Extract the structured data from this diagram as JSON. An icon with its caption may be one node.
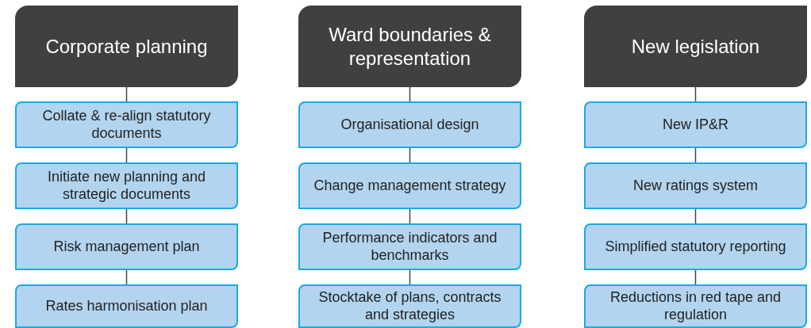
{
  "diagram": {
    "nodes": [
      {
        "text": [
          "Corporate planning"
        ]
      },
      {
        "text": [
          "Collate & re-align statutory documents"
        ]
      },
      {
        "text": [
          "Initiate new planning and strategic documents"
        ]
      },
      {
        "text": [
          "Risk management plan"
        ]
      },
      {
        "text": [
          "Rates harmonisation plan"
        ]
      },
      {
        "text": [
          "Ward boundaries & representation"
        ]
      },
      {
        "text": [
          "Organisational design"
        ]
      },
      {
        "text": [
          "Change management strategy"
        ]
      },
      {
        "text": [
          "Performance indicators and benchmarks"
        ]
      },
      {
        "text": [
          "Stocktake of plans, contracts and strategies"
        ]
      },
      {
        "text": [
          "New legislation"
        ]
      },
      {
        "text": [
          "New IP&R"
        ]
      },
      {
        "text": [
          "New ratings system"
        ]
      },
      {
        "text": [
          "Simplified statutory reporting"
        ]
      },
      {
        "text": [
          "Reductions in red tape and regulation"
        ]
      }
    ],
    "edges": [
      {
        "from": 0,
        "to": 1,
        "arrow": "none"
      },
      {
        "from": 1,
        "to": 2,
        "arrow": "none"
      },
      {
        "from": 2,
        "to": 3,
        "arrow": "none"
      },
      {
        "from": 3,
        "to": 4,
        "arrow": "none"
      },
      {
        "from": 5,
        "to": 6,
        "arrow": "none"
      },
      {
        "from": 6,
        "to": 7,
        "arrow": "none"
      },
      {
        "from": 7,
        "to": 8,
        "arrow": "none"
      },
      {
        "from": 8,
        "to": 9,
        "arrow": "none"
      },
      {
        "from": 10,
        "to": 11,
        "arrow": "none"
      },
      {
        "from": 11,
        "to": 12,
        "arrow": "none"
      },
      {
        "from": 12,
        "to": 13,
        "arrow": "none"
      },
      {
        "from": 13,
        "to": 14,
        "arrow": "none"
      }
    ]
  }
}
